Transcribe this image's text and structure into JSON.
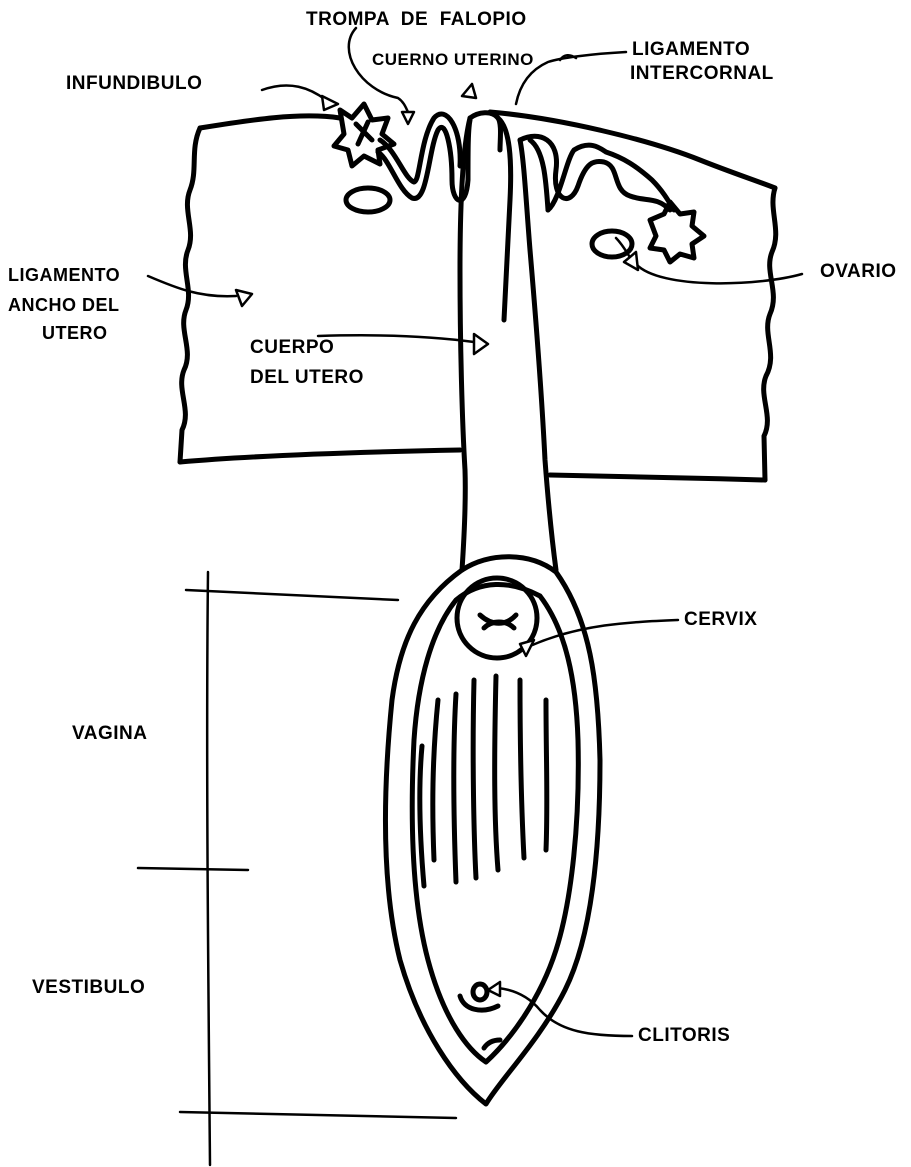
{
  "labels": {
    "trompa": "TROMPA  DE  FALOPIO",
    "cuerno": "CUERNO UTERINO",
    "ligamento_intercornal_1": "LIGAMENTO",
    "ligamento_intercornal_2": "INTERCORNAL",
    "infundibulo": "INFUNDIBULO",
    "ligamento_ancho_1": "LIGAMENTO",
    "ligamento_ancho_2": "ANCHO DEL",
    "ligamento_ancho_3": "UTERO",
    "ovario": "OVARIO",
    "cuerpo_1": "CUERPO",
    "cuerpo_2": "DEL UTERO",
    "cervix": "CERVIX",
    "vagina": "VAGINA",
    "vestibulo": "VESTIBULO",
    "clitoris": "CLITORIS"
  }
}
